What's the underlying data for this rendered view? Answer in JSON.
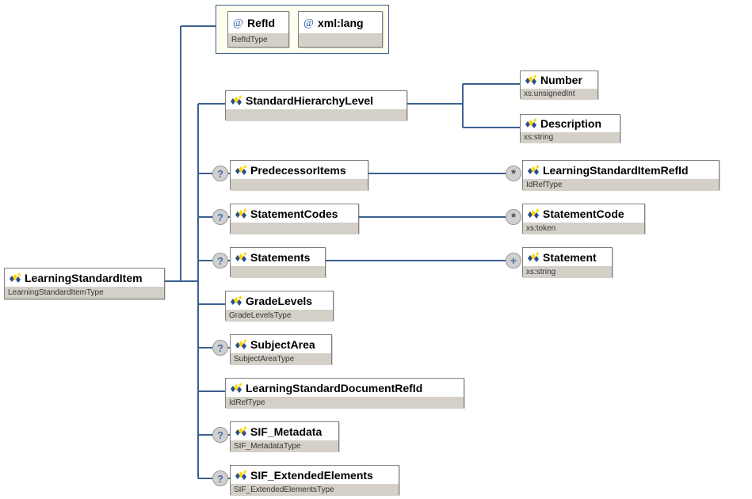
{
  "diagram": {
    "title": "LearningStandardItem XSD structure diagram",
    "type": "xsd-tree",
    "colors": {
      "line": "#3c6090",
      "node_border": "#808080",
      "node_type_bg": "#d4d0c8",
      "node_title_bg": "#ffffff",
      "attr_container_bg": "#fffff0",
      "attr_container_border": "#3c6090",
      "badge_bg": "#d0d0d0",
      "icon_blue": "#2a4b8d",
      "icon_yellow": "#ffd700"
    },
    "icons": {
      "element": "sequence-element-icon",
      "attribute": "at-sign-icon",
      "optional": "question-mark-badge",
      "repeat": "asterisk-badge",
      "one_or_more": "plus-badge"
    }
  },
  "root": {
    "name": "LearningStandardItem",
    "type": "LearningStandardItemType",
    "icon": "element",
    "badge": null
  },
  "attributes": [
    {
      "name": "RefId",
      "type": "RefIdType",
      "icon": "attribute",
      "badge": null
    },
    {
      "name": "xml:lang",
      "type": "",
      "icon": "attribute",
      "badge": null
    }
  ],
  "children": [
    {
      "name": "StandardHierarchyLevel",
      "type": "",
      "icon": "element",
      "badge": null
    },
    {
      "name": "PredecessorItems",
      "type": "",
      "icon": "element",
      "badge": "?"
    },
    {
      "name": "StatementCodes",
      "type": "",
      "icon": "element",
      "badge": "?"
    },
    {
      "name": "Statements",
      "type": "",
      "icon": "element",
      "badge": "?"
    },
    {
      "name": "GradeLevels",
      "type": "GradeLevelsType",
      "icon": "element",
      "badge": null
    },
    {
      "name": "SubjectArea",
      "type": "SubjectAreaType",
      "icon": "element",
      "badge": "?"
    },
    {
      "name": "LearningStandardDocumentRefId",
      "type": "IdRefType",
      "icon": "element",
      "badge": null
    },
    {
      "name": "SIF_Metadata",
      "type": "SIF_MetadataType",
      "icon": "element",
      "badge": "?"
    },
    {
      "name": "SIF_ExtendedElements",
      "type": "SIF_ExtendedElementsType",
      "icon": "element",
      "badge": "?"
    }
  ],
  "grandchildren": [
    {
      "name": "Number",
      "type": "xs:unsignedInt",
      "icon": "element",
      "badge": null,
      "parent": "StandardHierarchyLevel"
    },
    {
      "name": "Description",
      "type": "xs:string",
      "icon": "element",
      "badge": null,
      "parent": "StandardHierarchyLevel"
    },
    {
      "name": "LearningStandardItemRefId",
      "type": "IdRefType",
      "icon": "element",
      "badge": "*",
      "parent": "PredecessorItems"
    },
    {
      "name": "StatementCode",
      "type": "xs:token",
      "icon": "element",
      "badge": "*",
      "parent": "StatementCodes"
    },
    {
      "name": "Statement",
      "type": "xs:string",
      "icon": "element",
      "badge": "+",
      "parent": "Statements"
    }
  ]
}
